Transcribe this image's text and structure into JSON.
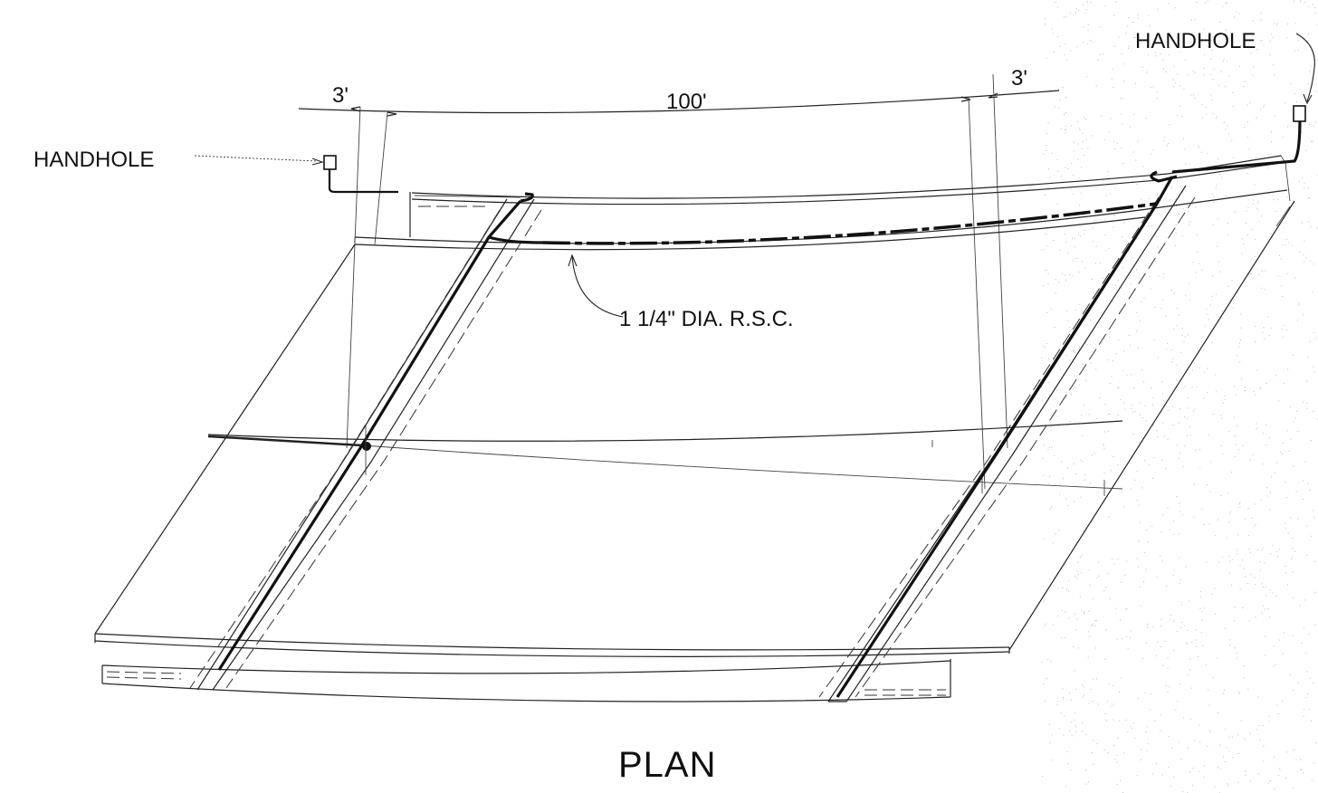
{
  "drawing": {
    "title": "PLAN",
    "handhole_left_label": "HANDHOLE",
    "handhole_right_label": "HANDHOLE",
    "conduit_label": "1 1/4\" DIA. R.S.C.",
    "dim_left_offset": "3'",
    "dim_span": "100'",
    "dim_right_offset": "3'"
  }
}
